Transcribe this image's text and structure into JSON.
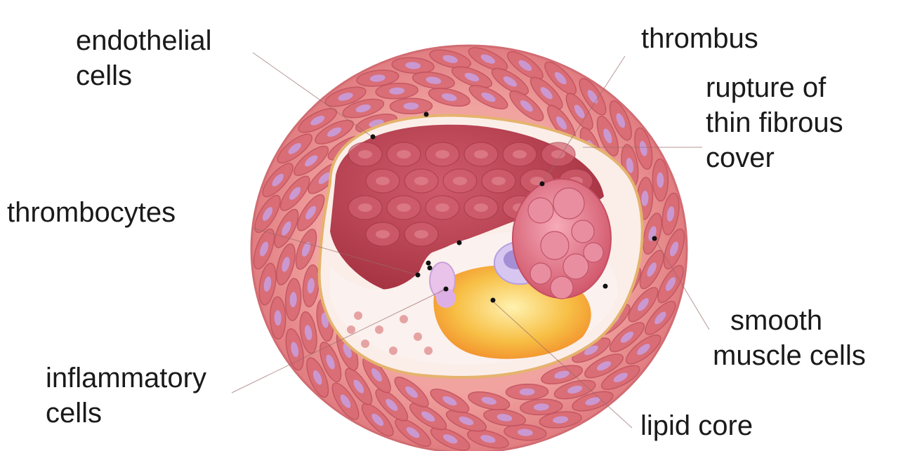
{
  "labels": {
    "endothelial": [
      "endothelial",
      "cells"
    ],
    "thrombus": [
      "thrombus"
    ],
    "rupture": [
      "rupture of",
      "thin fibrous",
      "cover"
    ],
    "thrombocytes": [
      "thrombocytes"
    ],
    "smooth_muscle": [
      "smooth",
      "muscle cells"
    ],
    "inflammatory": [
      "inflammatory",
      "cells"
    ],
    "lipid_core": [
      "lipid core"
    ]
  },
  "colors": {
    "vessel_wall": "#e98a8a",
    "cell": "#d96b74",
    "nucleus": "#c99bd6",
    "lumen": "#b8404f",
    "plaque": "#fbefe9",
    "lipid": "#f6b23a",
    "thrombus": "#dd6f80"
  }
}
